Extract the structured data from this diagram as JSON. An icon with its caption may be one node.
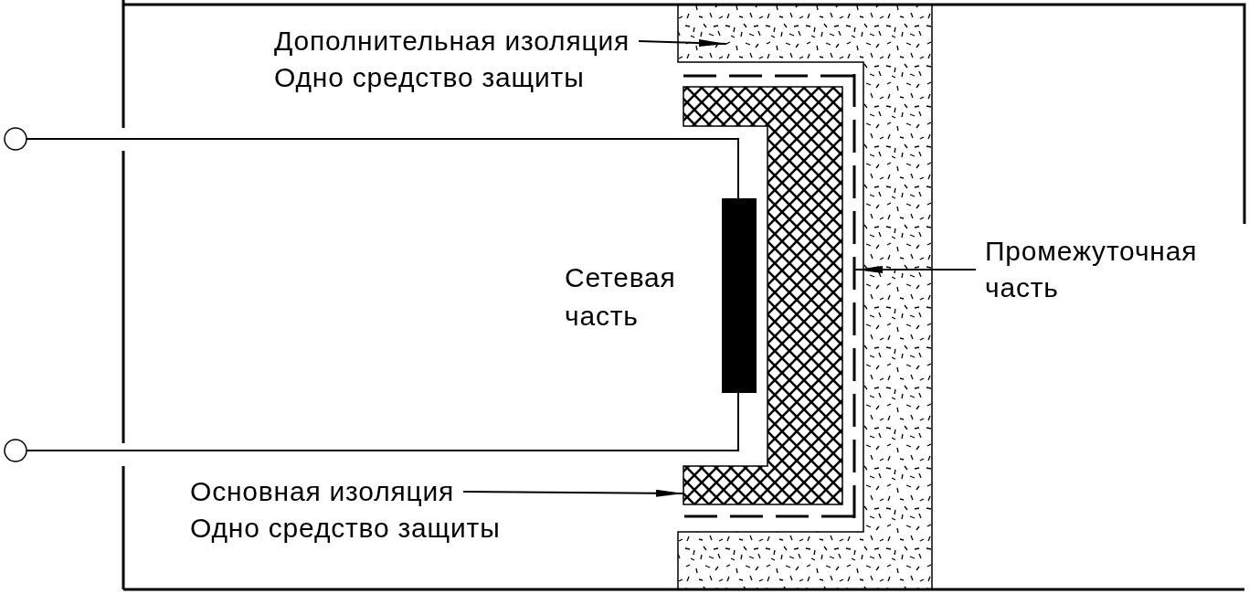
{
  "diagram": {
    "nodes": [
      {
        "text": [
          "Дополнительная изоляция",
          "Одно средство защиты"
        ]
      },
      {
        "text": [],
        "shape": "box"
      },
      {
        "text": [],
        "shape": "box"
      },
      {
        "text": [],
        "shape": "circle"
      },
      {
        "text": [],
        "shape": "line"
      },
      {
        "text": [],
        "shape": "bar"
      },
      {
        "text": [
          "Промежуточная часть"
        ]
      },
      {
        "text": [],
        "shape": "circle"
      },
      {
        "text": [
          "Основная изоляция",
          "Одно средство защиты"
        ]
      }
    ],
    "edges": [
      {
        "from": 0,
        "to": 1,
        "arrow": "to"
      },
      {
        "from": 8,
        "to": 2,
        "arrow": "to"
      },
      {
        "from": 6,
        "to": 4,
        "arrow": "to"
      },
      {
        "from": 3,
        "to": 5,
        "arrow": "none"
      },
      {
        "from": 7,
        "to": 5,
        "arrow": "none"
      }
    ],
    "labels": [
      "Сетевая часть"
    ]
  }
}
